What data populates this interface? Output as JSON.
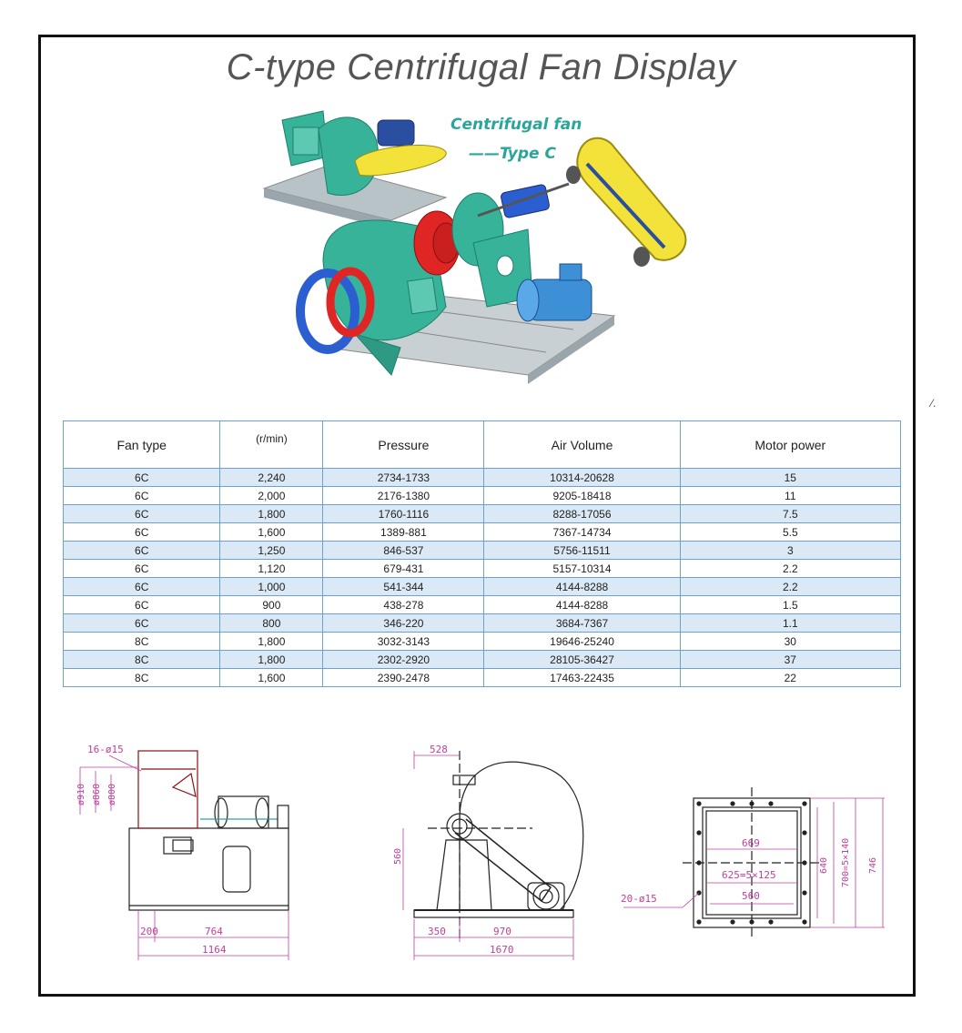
{
  "title": "C-type Centrifugal Fan Display",
  "hero": {
    "label_line1": "Centrifugal fan",
    "label_line2": "——Type C"
  },
  "stray_mark": "⁄.",
  "table": {
    "headers": [
      "Fan type",
      "(r/min)",
      "Pressure",
      "Air Volume",
      "Motor power"
    ],
    "rows": [
      [
        "6C",
        "2,240",
        "2734-1733",
        "10314-20628",
        "15"
      ],
      [
        "6C",
        "2,000",
        "2176-1380",
        "9205-18418",
        "11"
      ],
      [
        "6C",
        "1,800",
        "1760-1116",
        "8288-17056",
        "7.5"
      ],
      [
        "6C",
        "1,600",
        "1389-881",
        "7367-14734",
        "5.5"
      ],
      [
        "6C",
        "1,250",
        "846-537",
        "5756-11511",
        "3"
      ],
      [
        "6C",
        "1,120",
        "679-431",
        "5157-10314",
        "2.2"
      ],
      [
        "6C",
        "1,000",
        "541-344",
        "4144-8288",
        "2.2"
      ],
      [
        "6C",
        "900",
        "438-278",
        "4144-8288",
        "1.5"
      ],
      [
        "6C",
        "800",
        "346-220",
        "3684-7367",
        "1.1"
      ],
      [
        "8C",
        "1,800",
        "3032-3143",
        "19646-25240",
        "30"
      ],
      [
        "8C",
        "1,800",
        "2302-2920",
        "28105-36427",
        "37"
      ],
      [
        "8C",
        "1,600",
        "2390-2478",
        "17463-22435",
        "22"
      ]
    ]
  },
  "drawing_side": {
    "holes": "16-ø15",
    "d1": "ø910",
    "d2": "ø860",
    "d3": "ø800",
    "w1": "200",
    "w2": "764",
    "w3": "1164"
  },
  "drawing_front": {
    "top": "528",
    "height": "560",
    "w1": "350",
    "w2": "970",
    "w3": "1670"
  },
  "drawing_flange": {
    "holes": "20-ø15",
    "inner_w": "669",
    "pitch_w": "625=5×125",
    "w_560": "560",
    "h_640": "640",
    "pitch_h": "700=5×140",
    "h_746": "746"
  },
  "colors": {
    "table_border": "#6fa2c9",
    "row_tint": "#dbe8f5",
    "fan_teal": "#37b39a",
    "belt_yellow": "#f2e23a",
    "ring_red": "#e02525",
    "ring_blue": "#2b5fd1",
    "motor_blue": "#3d8fd6",
    "dimension_magenta": "#c0409c"
  }
}
